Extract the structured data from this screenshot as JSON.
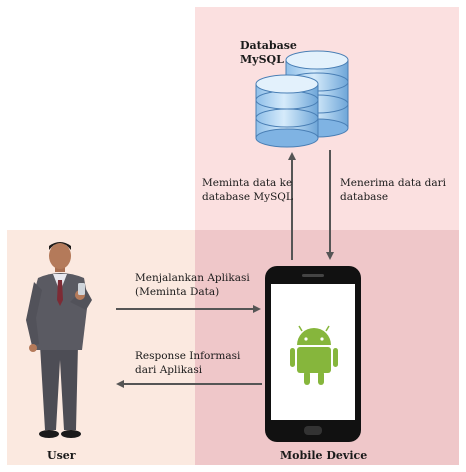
{
  "diagram": {
    "database_label_line1": "Database",
    "database_label_line2": "MySQL",
    "request_to_db_line1": "Meminta data ke",
    "request_to_db_line2": "database MySQL",
    "receive_from_db_line1": "Menerima data dari",
    "receive_from_db_line2": "database",
    "run_app_line1": "Menjalankan Aplikasi",
    "run_app_line2": "(Meminta Data)",
    "response_line1": "Response Informasi",
    "response_line2": "dari Aplikasi",
    "user_label": "User",
    "device_label": "Mobile Device"
  },
  "colors": {
    "left_panel": "#fbe9e0",
    "top_panel": "#fbe0e0",
    "overlap_panel": "#efc7c9",
    "android_green": "#86b63c",
    "db_blue": "#a9cff0",
    "arrow": "#555555"
  }
}
